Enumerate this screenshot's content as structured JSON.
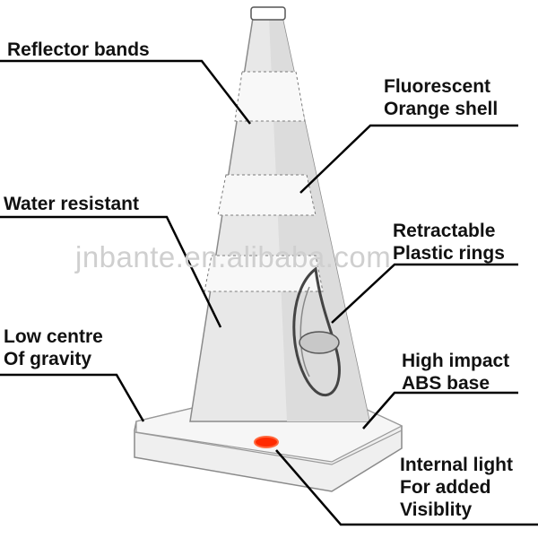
{
  "labels": {
    "reflector": "Reflector bands",
    "fluorescent": [
      "Fluorescent",
      "Orange shell"
    ],
    "water": "Water resistant",
    "retractable": [
      "Retractable",
      "Plastic rings"
    ],
    "gravity": [
      "Low centre",
      "Of gravity"
    ],
    "base": [
      "High impact",
      "ABS base"
    ],
    "light": [
      "Internal light",
      "For added",
      "Visiblity"
    ]
  },
  "watermark": "jnbante.en.alibaba.com",
  "colors": {
    "line": "#000000",
    "shell": "#e6e6e6",
    "light": "#ff2a00"
  }
}
